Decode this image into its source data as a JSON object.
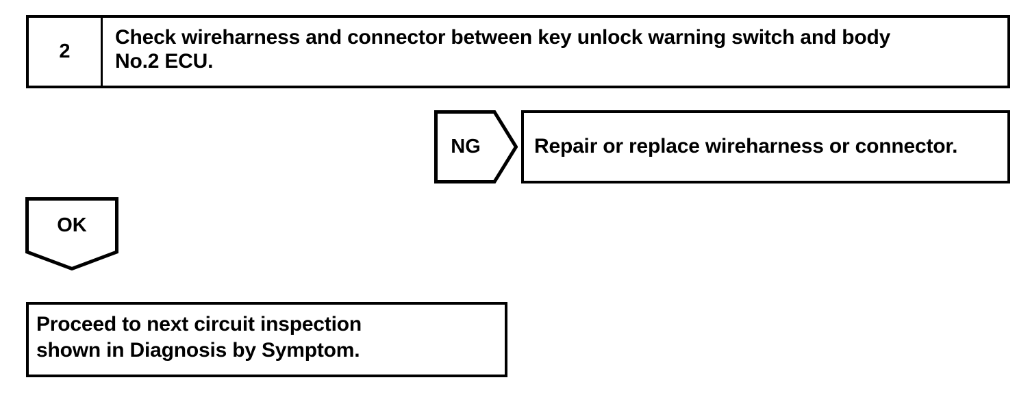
{
  "diagram": {
    "type": "troubleshooting-flowchart",
    "step": {
      "number": "2",
      "instruction": "Check wireharness and connector between key unlock warning switch and body\nNo.2 ECU."
    },
    "branches": [
      {
        "judgement": "NG",
        "direction": "right",
        "action": "Repair or replace wireharness or connector."
      },
      {
        "judgement": "OK",
        "direction": "down",
        "action": "Proceed to next circuit inspection\n shown in Diagnosis by Symptom."
      }
    ],
    "ng_label": "NG",
    "ng_result": "Repair or replace wireharness or connector.",
    "ok_label": "OK",
    "ok_result": "Proceed to next circuit inspection\n shown in Diagnosis by Symptom.",
    "colors": {
      "stroke": "#000000",
      "fill": "#ffffff",
      "text": "#000000"
    }
  }
}
